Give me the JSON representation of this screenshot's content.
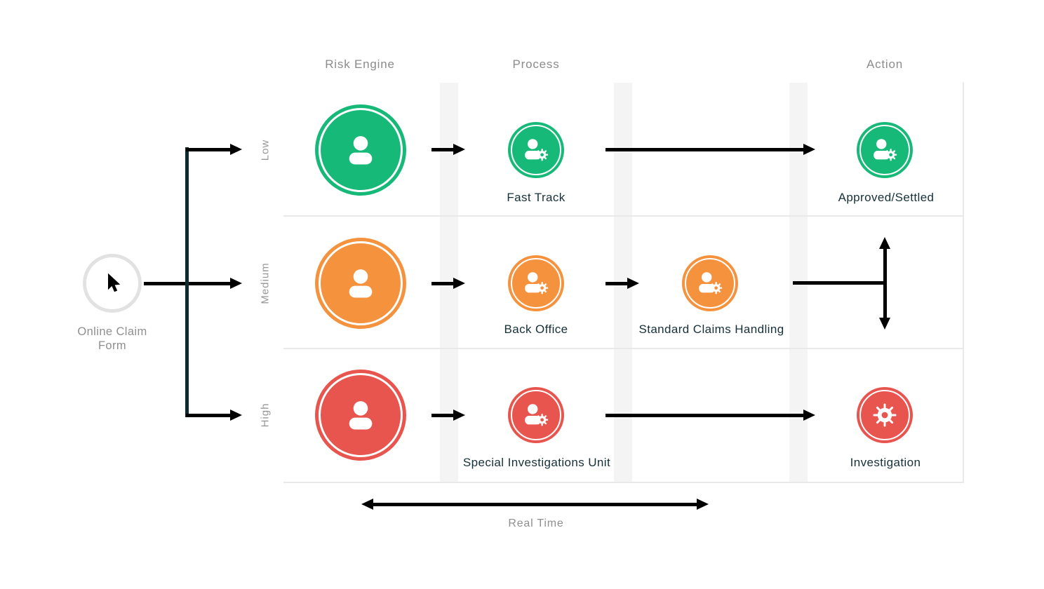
{
  "columns": [
    "Risk Engine",
    "Process",
    "Action"
  ],
  "source": {
    "label": "Online Claim Form",
    "icon": "cursor-icon"
  },
  "rows": [
    {
      "level": "Low",
      "color": "#17b978",
      "risk_icon": "person-icon",
      "process_nodes": [
        "Fast Track"
      ],
      "process_icon": "person-gear-icon",
      "action": "Approved/Settled",
      "action_icon": "person-gear-icon"
    },
    {
      "level": "Medium",
      "color": "#f5923e",
      "risk_icon": "person-icon",
      "process_nodes": [
        "Back Office",
        "Standard Claims Handling"
      ],
      "process_icon": "person-gear-icon",
      "action": "",
      "action_icon": "split-vertical-arrow"
    },
    {
      "level": "High",
      "color": "#e8554e",
      "risk_icon": "person-icon",
      "process_nodes": [
        "Special Investigations Unit"
      ],
      "process_icon": "person-gear-icon",
      "action": "Investigation",
      "action_icon": "gear-icon"
    }
  ],
  "timeline": {
    "label": "Real Time"
  },
  "colors": {
    "low_green": "#17b978",
    "medium_orange": "#f5923e",
    "high_red": "#e8554e",
    "branch_line_dark": "#0e2a2d",
    "arrow_black": "#000000",
    "label_dark": "#163039",
    "label_gray": "#8f8f8f",
    "column_band": "#f4f4f4",
    "grid_line": "#e9e9e9",
    "source_ring": "#e2e2e2"
  }
}
